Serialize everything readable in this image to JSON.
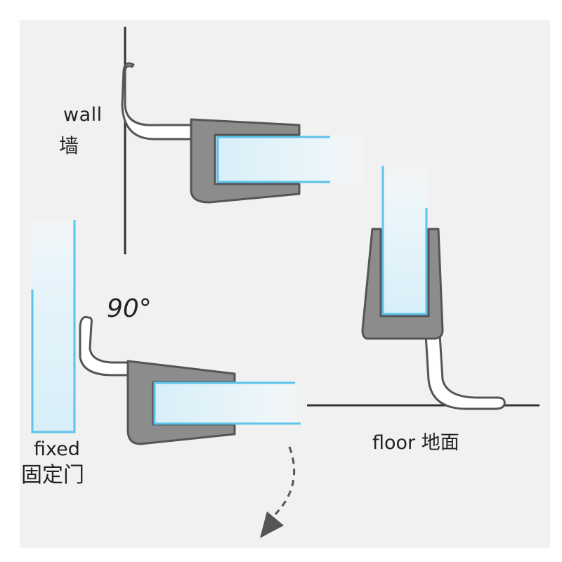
{
  "labels": {
    "wall": "wall",
    "wall_cn": "墙",
    "angle": "90°",
    "fixed": "fixed",
    "fixed_cn": "固定门",
    "floor": "floor  地面"
  },
  "colors": {
    "background": "#f1f1f1",
    "profile_fill": "#8c8c8c",
    "profile_outline": "#555555",
    "seal_fill": "#ffffff",
    "glass_light": "#e6f4fb",
    "glass_edge": "#5dc3ea",
    "line": "#333333",
    "arrow": "#555555"
  }
}
